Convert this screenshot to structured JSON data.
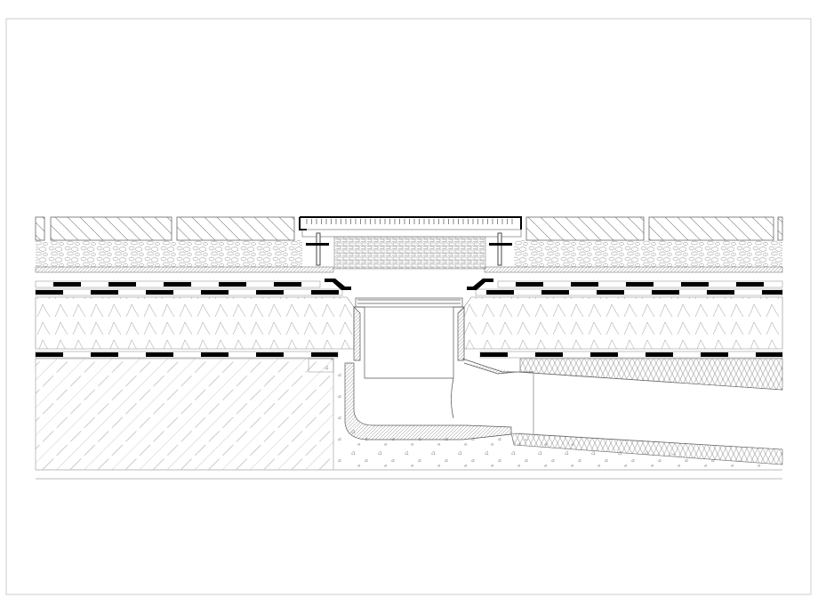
{
  "drawing": {
    "kind": "roof drain construction section",
    "colors": {
      "line": "#555555",
      "light_line": "#bbbbbb",
      "membrane": "#000000",
      "background": "#ffffff",
      "frame": "#cccccc"
    },
    "layers": [
      "paving-slabs",
      "gravel-bedding",
      "protection-layer",
      "waterproof-membrane-upper",
      "waterproof-membrane-lower",
      "thermal-insulation",
      "vapour-barrier",
      "concrete-slab",
      "drain-pipe-insulation",
      "screed"
    ]
  }
}
